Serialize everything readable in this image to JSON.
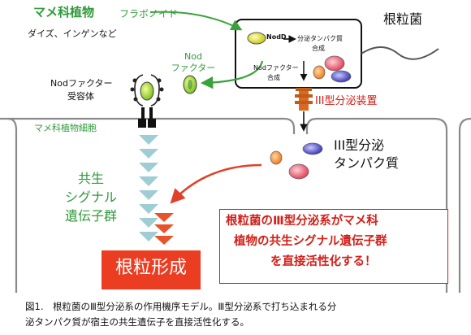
{
  "labels": {
    "legume_plant": "マメ科植物",
    "flavonoid": "フラボノイド",
    "examples": "ダイズ、インゲンなど",
    "rhizobium": "根粒菌",
    "nod_factor_1": "Nod",
    "nod_factor_2": "ファクター",
    "nodd": "NodD",
    "secreted_protein_synthesis_1": "分泌タンパク質",
    "secreted_protein_synthesis_2": "合成",
    "nod_factor_synthesis_1": "Nodファクター",
    "nod_factor_synthesis_2": "合成",
    "receptor_1": "Nodファクター",
    "receptor_2": "受容体",
    "t3ss": "III型分泌装置",
    "plant_cell": "マメ科植物細胞",
    "t3_protein_1": "III型分泌",
    "t3_protein_2": "タンパク質",
    "symbiotic_genes_1": "共生",
    "symbiotic_genes_2": "シグナル",
    "symbiotic_genes_3": "遺伝子群",
    "nodulation": "根粒形成",
    "callout_1": "根粒菌のⅢ型分泌系がマメ科",
    "callout_2": "植物の共生シグナル遺伝子群",
    "callout_3": "を直接活性化する！"
  },
  "caption": {
    "line1": "図1.　根粒菌のⅢ型分泌系の作用機序モデル。Ⅲ型分泌系で打ち込まれる分",
    "line2": "泌タンパク質が宿主の共生遺伝子を直接活性化する。"
  },
  "colors": {
    "green_text": "#2f9a3a",
    "green_arrow": "#3aa23a",
    "red_text": "#d41e17",
    "red_arrow": "#e0412a",
    "teal_chevron": "#9ecdd3",
    "orange_chevron": "#e8532b",
    "result_fill": "#ea3d22"
  }
}
